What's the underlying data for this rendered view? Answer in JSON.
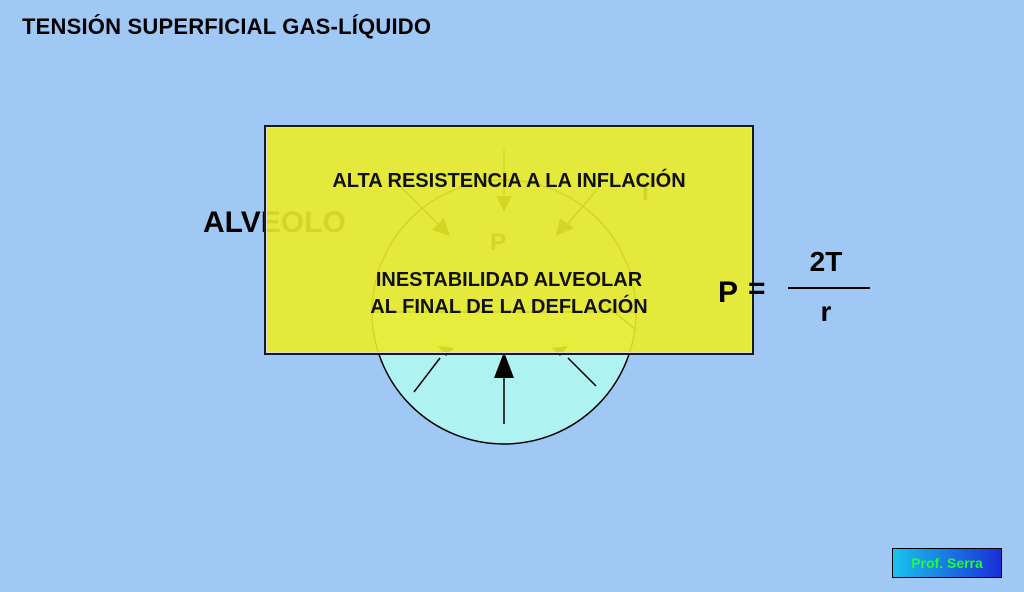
{
  "title": "TENSIÓN SUPERFICIAL GAS-LÍQUIDO",
  "alveolo_label": "ALVEOLO",
  "pressure_label": "P",
  "tension_label": "T",
  "formula": {
    "lhs": "P",
    "eq": "=",
    "numerator": "2T",
    "denominator": "r"
  },
  "overlay": {
    "line1": "ALTA RESISTENCIA A LA INFLACIÓN",
    "line2": "INESTABILIDAD ALVEOLAR",
    "line3": "AL FINAL DE LA DEFLACIÓN"
  },
  "footer_badge": "Prof. Serra",
  "colors": {
    "background": "#a0c8f5",
    "liquid": "#aef2f2",
    "overlay": "#ecec28",
    "badge_text": "#1fff2a"
  }
}
